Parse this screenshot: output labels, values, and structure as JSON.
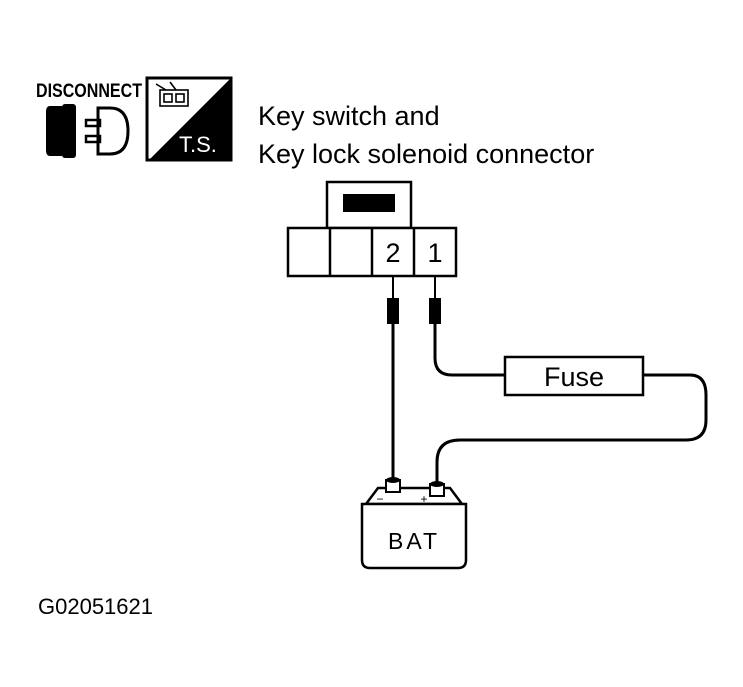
{
  "icons": {
    "disconnect_label": "DISCONNECT",
    "ts_label": "T.S.",
    "disconnect_icon": "plug-disconnect-icon",
    "ts_icon": "connector-test-icon"
  },
  "title": {
    "line1": "Key switch and",
    "line2": "Key lock solenoid connector"
  },
  "connector": {
    "terminal_2": "2",
    "terminal_1": "1"
  },
  "fuse_label": "Fuse",
  "battery_label": "BAT",
  "battery_terminal_neg": "−",
  "battery_terminal_pos": "+",
  "figure_id": "G02051621",
  "colors": {
    "ink": "#000000",
    "paper": "#ffffff"
  }
}
